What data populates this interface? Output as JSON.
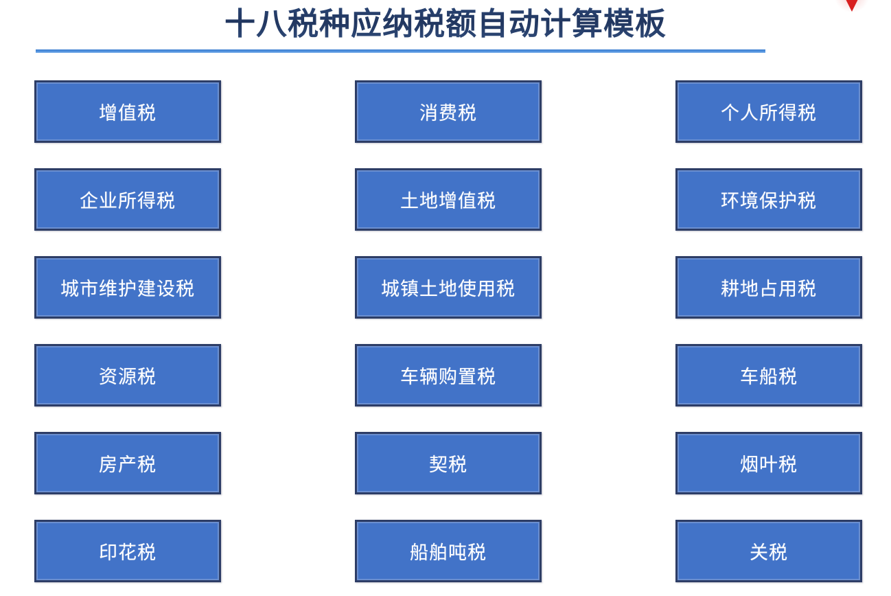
{
  "header": {
    "title": "十八税种应纳税额自动计算模板",
    "rule_color": "#4f90dd",
    "title_color": "#21365f"
  },
  "marks": {
    "corner_marker": "red-triangle-marker"
  },
  "grid": {
    "columns": 3,
    "rows": 6,
    "box_fill": "#4273c8",
    "box_border": "#2d3d66",
    "box_inner_border": "#6b8fd0",
    "label_color": "#ffffff",
    "boxes": [
      {
        "label": "增值税"
      },
      {
        "label": "消费税"
      },
      {
        "label": "个人所得税"
      },
      {
        "label": "企业所得税"
      },
      {
        "label": "土地增值税"
      },
      {
        "label": "环境保护税"
      },
      {
        "label": "城市维护建设税"
      },
      {
        "label": "城镇土地使用税"
      },
      {
        "label": "耕地占用税"
      },
      {
        "label": "资源税"
      },
      {
        "label": "车辆购置税"
      },
      {
        "label": "车船税"
      },
      {
        "label": "房产税"
      },
      {
        "label": "契税"
      },
      {
        "label": "烟叶税"
      },
      {
        "label": "印花税"
      },
      {
        "label": "船舶吨税"
      },
      {
        "label": "关税"
      }
    ]
  }
}
